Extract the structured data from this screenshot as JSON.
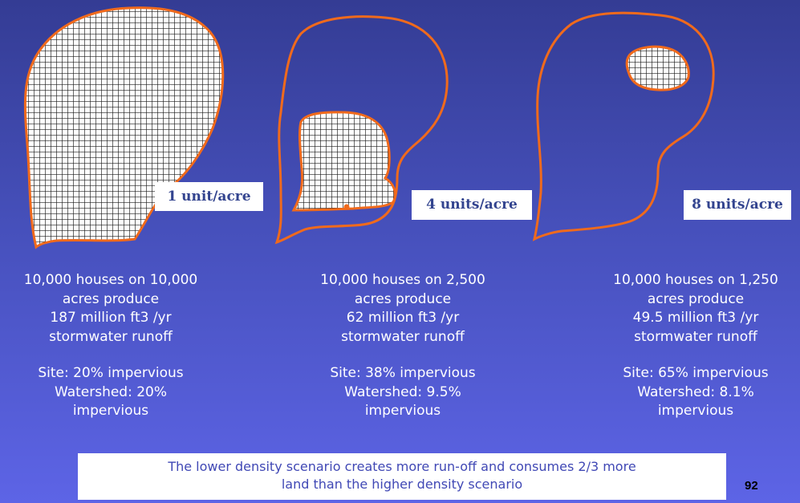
{
  "colors": {
    "outline": "#f06a1c",
    "grid_fill": "#ffffff",
    "grid_line": "#1a1a1a",
    "label_text": "#33448f",
    "body_text": "#ffffff",
    "note_text": "#4048b5"
  },
  "scenarios": [
    {
      "density_label": "1 unit/acre",
      "lines": [
        "10,000 houses on 10,000",
        "acres produce",
        "187 million ft3 /yr",
        "stormwater runoff"
      ],
      "impervious": [
        "Site: 20% impervious",
        "Watershed: 20%",
        "impervious"
      ]
    },
    {
      "density_label": "4 units/acre",
      "lines": [
        "10,000 houses on 2,500",
        "acres produce",
        "62 million ft3 /yr",
        "stormwater runoff"
      ],
      "impervious": [
        "Site: 38% impervious",
        "Watershed: 9.5%",
        "impervious"
      ]
    },
    {
      "density_label": "8 units/acre",
      "lines": [
        "10,000 houses on 1,250",
        "acres produce",
        "49.5 million ft3 /yr",
        "stormwater runoff"
      ],
      "impervious": [
        "Site: 65% impervious",
        "Watershed: 8.1%",
        "impervious"
      ]
    }
  ],
  "note": {
    "line1": "The lower density scenario creates more run-off and consumes 2/3 more",
    "line2": "land than the higher density scenario"
  },
  "page_number": "92"
}
